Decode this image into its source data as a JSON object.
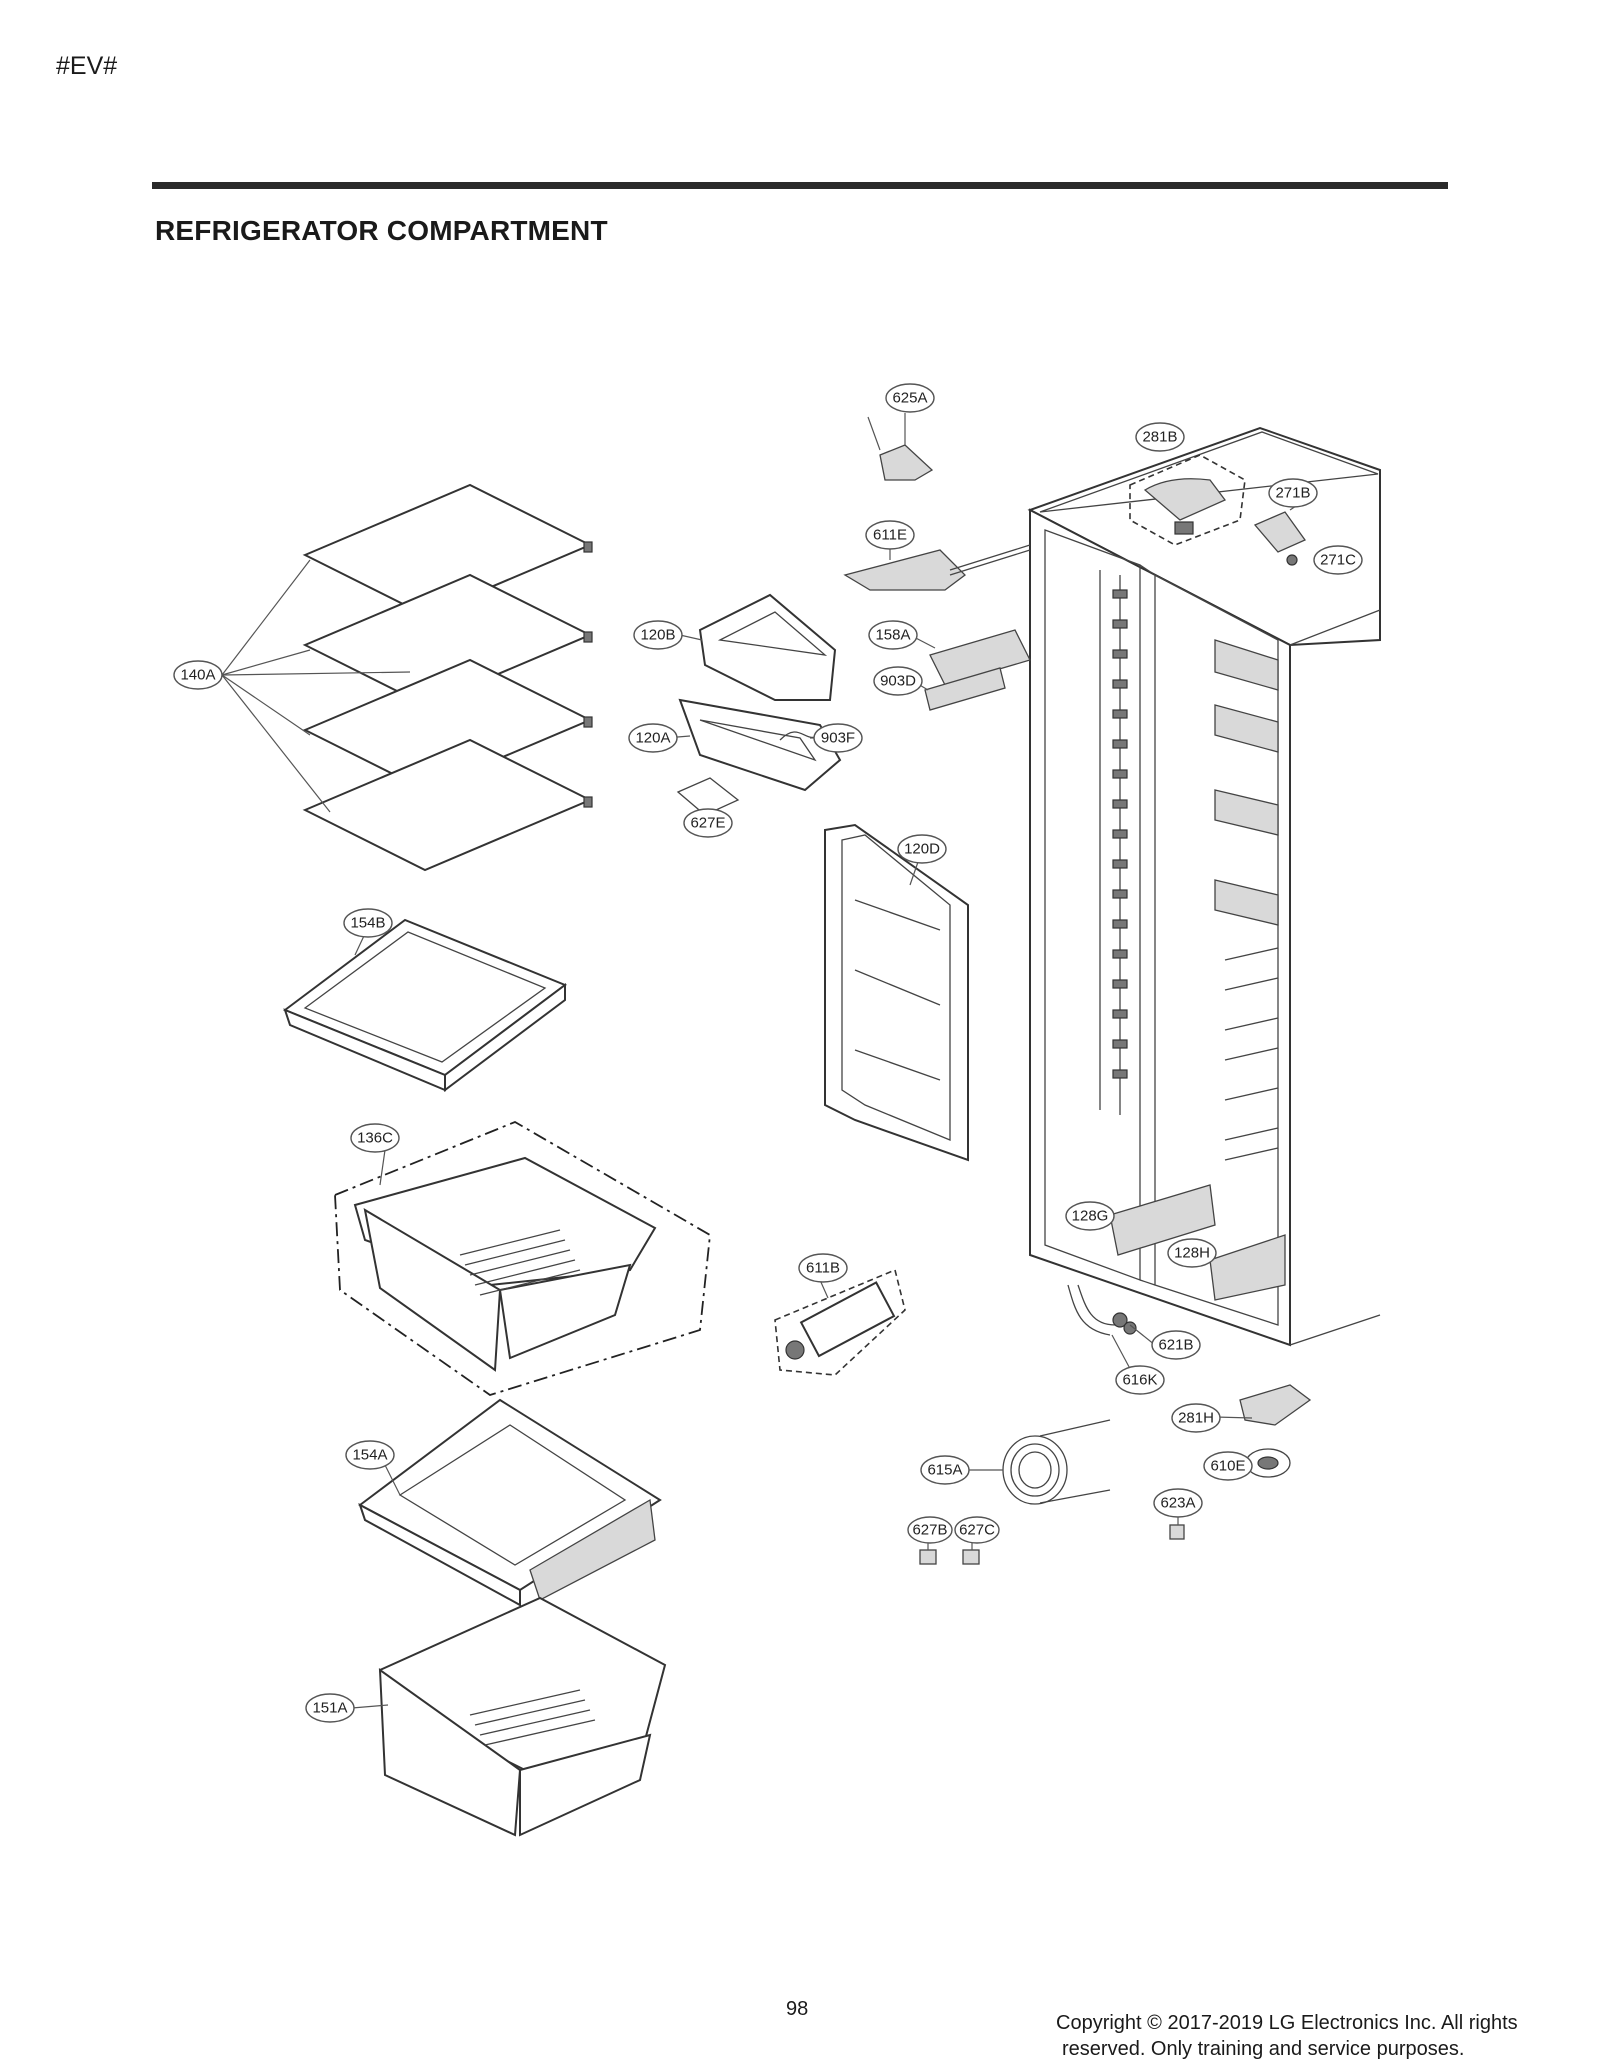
{
  "header": {
    "model_code": "#EV#",
    "section_title": "REFRIGERATOR COMPARTMENT"
  },
  "footer": {
    "page_number": "98",
    "copyright_line1": "Copyright © 2017-2019 LG Electronics Inc. All rights",
    "copyright_line2": "reserved. Only training and service purposes."
  },
  "callouts": {
    "c625A": "625A",
    "c281B": "281B",
    "c271B": "271B",
    "c271C": "271C",
    "c611E": "611E",
    "c120B": "120B",
    "c158A": "158A",
    "c903D": "903D",
    "c140A": "140A",
    "c120A": "120A",
    "c903F": "903F",
    "c627E": "627E",
    "c120D": "120D",
    "c154B": "154B",
    "c136C": "136C",
    "c128G": "128G",
    "c128H": "128H",
    "c611B": "611B",
    "c621B": "621B",
    "c616K": "616K",
    "c281H": "281H",
    "c154A": "154A",
    "c615A": "615A",
    "c610E": "610E",
    "c623A": "623A",
    "c627B": "627B",
    "c627C": "627C",
    "c151A": "151A"
  }
}
